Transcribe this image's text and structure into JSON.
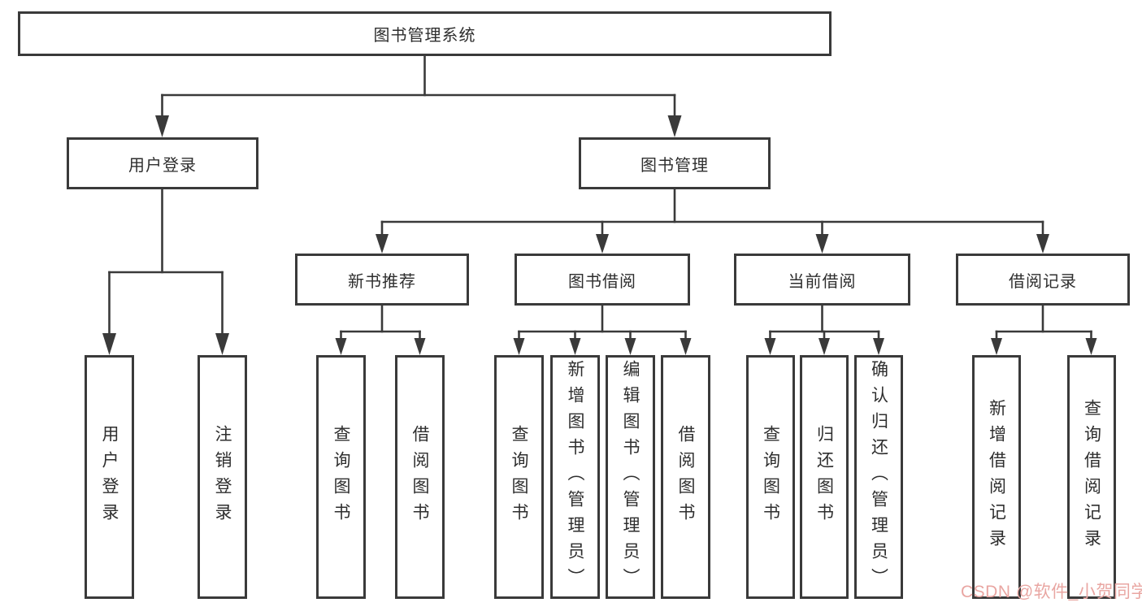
{
  "tree": {
    "root": {
      "label": "图书管理系统"
    },
    "branches": [
      {
        "label": "用户登录",
        "children": [
          {
            "label": "用户登录"
          },
          {
            "label": "注销登录"
          }
        ]
      },
      {
        "label": "图书管理",
        "children": [
          {
            "label": "新书推荐",
            "children": [
              {
                "label": "查询图书"
              },
              {
                "label": "借阅图书"
              }
            ]
          },
          {
            "label": "图书借阅",
            "children": [
              {
                "label": "查询图书"
              },
              {
                "label": "新增图书（管理员）"
              },
              {
                "label": "编辑图书（管理员）"
              },
              {
                "label": "借阅图书"
              }
            ]
          },
          {
            "label": "当前借阅",
            "children": [
              {
                "label": "查询图书"
              },
              {
                "label": "归还图书"
              },
              {
                "label": "确认归还（管理员）"
              }
            ]
          },
          {
            "label": "借阅记录",
            "children": [
              {
                "label": "新增借阅记录"
              },
              {
                "label": "查询借阅记录"
              }
            ]
          }
        ]
      }
    ]
  },
  "watermark": {
    "text": "CSDN @软件_小贺同学",
    "color": "#e9a6a2"
  },
  "colors": {
    "line": "#3a3a3a",
    "box_border": "#3a3a3a",
    "text": "#2e2e2e",
    "background": "#ffffff"
  }
}
